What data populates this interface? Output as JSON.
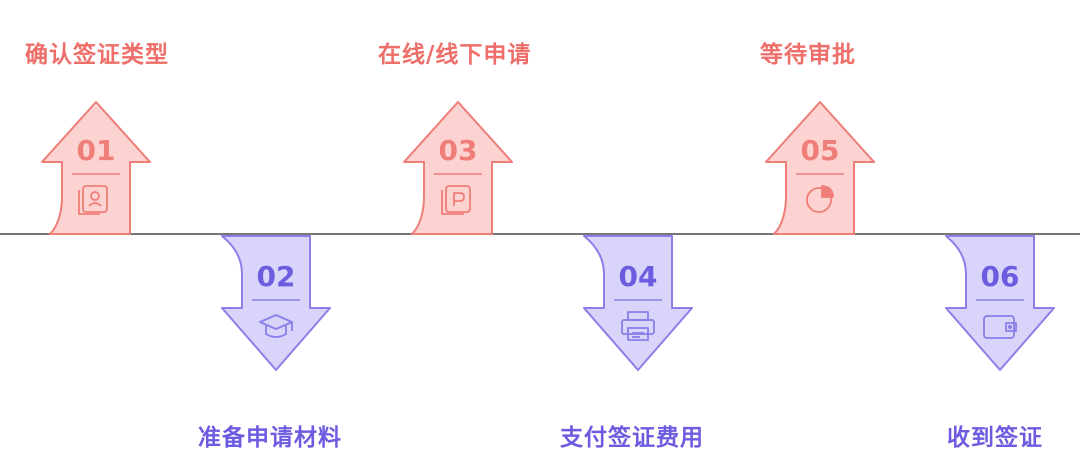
{
  "steps": [
    {
      "number": "01",
      "label": "确认签证类型",
      "direction": "up",
      "icon": "certificate-icon"
    },
    {
      "number": "02",
      "label": "准备申请材料",
      "direction": "down",
      "icon": "graduation-cap-icon"
    },
    {
      "number": "03",
      "label": "在线/线下申请",
      "direction": "up",
      "icon": "document-p-icon"
    },
    {
      "number": "04",
      "label": "支付签证费用",
      "direction": "down",
      "icon": "printer-icon"
    },
    {
      "number": "05",
      "label": "等待审批",
      "direction": "up",
      "icon": "pie-chart-icon"
    },
    {
      "number": "06",
      "label": "收到签证",
      "direction": "down",
      "icon": "wallet-icon"
    }
  ],
  "colors": {
    "up_fill": "#fcd3d0",
    "up_stroke": "#ef7d78",
    "up_text": "#ee6f6a",
    "down_fill": "#d9d4fa",
    "down_stroke": "#8b7ee8",
    "down_text": "#6d5ce0",
    "timeline": "#777777"
  }
}
